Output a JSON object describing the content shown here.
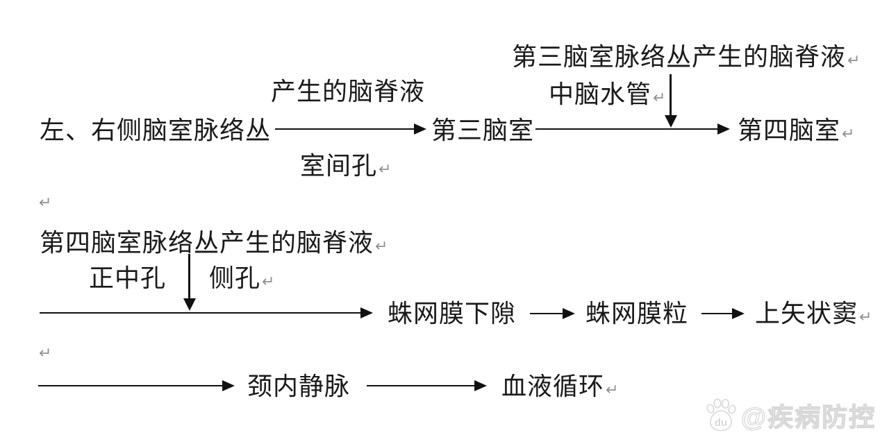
{
  "pilcrow": "↵",
  "flow": {
    "row1": {
      "source": "左、右侧脑室脉络丛",
      "arrow_label_top": "产生的脑脊液",
      "arrow_label_bottom": "室间孔",
      "third_ventricle": "第三脑室",
      "branch_label": "第三脑室脉络丛产生的脑脊液",
      "aqueduct_label": "中脑水管",
      "fourth_ventricle": "第四脑室"
    },
    "row2": {
      "source": "第四脑室脉络丛产生的脑脊液",
      "median_aperture": "正中孔",
      "lateral_aperture": "侧孔",
      "subarachnoid_space": "蛛网膜下隙",
      "arachnoid_granulations": "蛛网膜粒",
      "superior_sagittal_sinus": "上矢状窦"
    },
    "row3": {
      "internal_jugular_vein": "颈内静脉",
      "blood_circulation": "血液循环"
    }
  },
  "watermark": {
    "handle": "@疾病防控",
    "logo_text": "du"
  },
  "colors": {
    "background": "#ffffff",
    "text": "#1a1a1a",
    "arrow": "#111111",
    "pilcrow": "#909090",
    "watermark": "#d8d8d8"
  }
}
